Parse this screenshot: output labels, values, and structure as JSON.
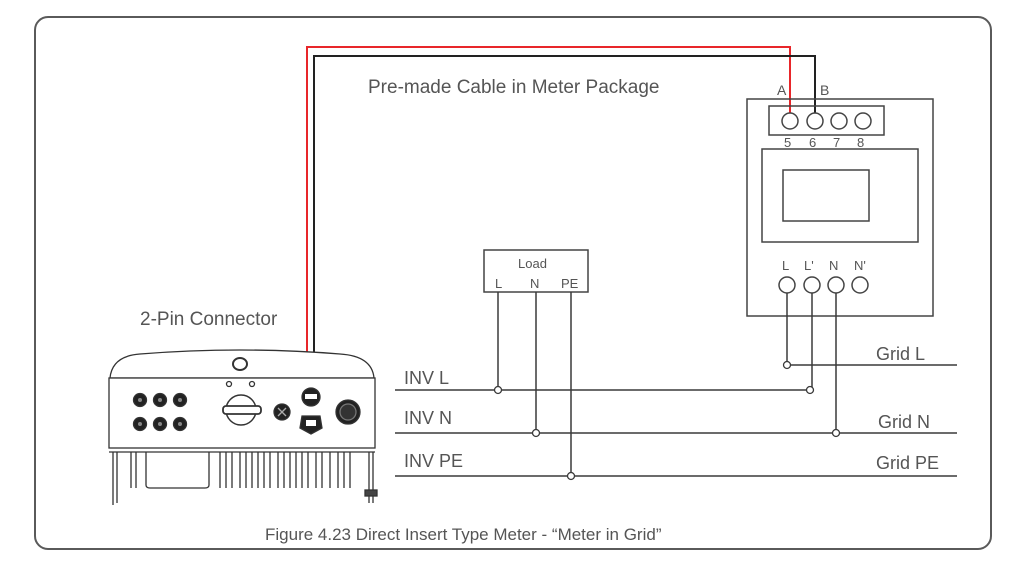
{
  "figure": {
    "caption": "Figure 4.23 Direct Insert Type Meter - “Meter in Grid”",
    "cable_label": "Pre-made Cable in Meter Package",
    "connector_label": "2-Pin Connector"
  },
  "meter": {
    "rs485_labels": [
      "A",
      "B"
    ],
    "top_terminals": [
      "5",
      "6",
      "7",
      "8"
    ],
    "bottom_terminals": [
      "L",
      "L'",
      "N",
      "N'"
    ]
  },
  "load": {
    "title": "Load",
    "terminals": [
      "L",
      "N",
      "PE"
    ]
  },
  "lines": {
    "inv_l": "INV L",
    "inv_n": "INV N",
    "inv_pe": "INV PE",
    "grid_l": "Grid L",
    "grid_n": "Grid N",
    "grid_pe": "Grid PE"
  },
  "colors": {
    "cable_a": "#e8262a",
    "cable_b": "#222222",
    "line": "#3a3a3a",
    "text": "#555555"
  }
}
